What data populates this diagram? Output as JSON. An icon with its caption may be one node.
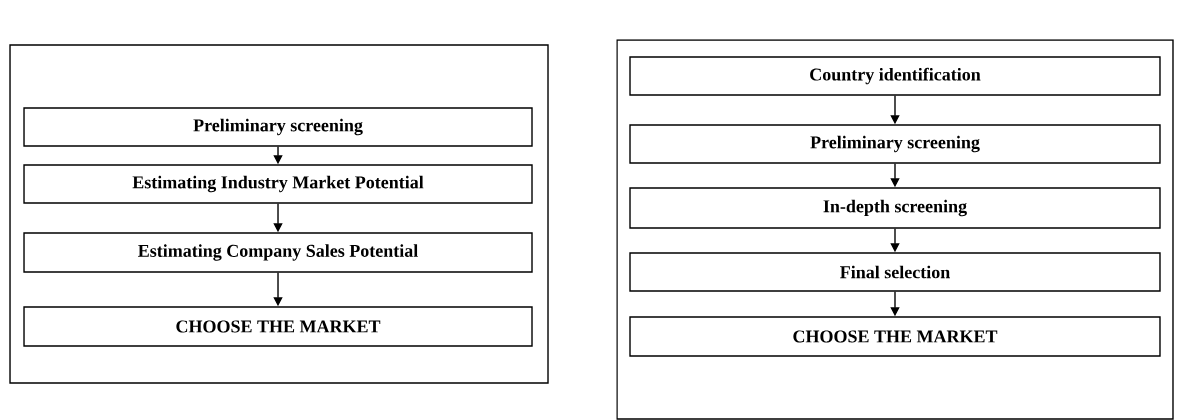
{
  "diagram": {
    "nodes": [
      {
        "text": [],
        "shape": "box"
      },
      {
        "text": [
          "Preliminary screening"
        ],
        "in": 0
      },
      {
        "text": [
          "Estimating Industry Market Potential"
        ],
        "in": 0
      },
      {
        "text": [
          "Estimating Company Sales Potential"
        ],
        "in": 0
      },
      {
        "text": [
          "CHOOSE THE MARKET"
        ],
        "in": 0
      },
      {
        "text": [],
        "shape": "box"
      },
      {
        "text": [
          "Country identification"
        ],
        "in": 5
      },
      {
        "text": [
          "Preliminary screening"
        ],
        "in": 5
      },
      {
        "text": [
          "In-depth screening"
        ],
        "in": 5
      },
      {
        "text": [
          "Final selection"
        ],
        "in": 5
      },
      {
        "text": [
          "CHOOSE THE MARKET"
        ],
        "in": 5
      }
    ],
    "edges": [
      {
        "from": 1,
        "to": 2,
        "arrow": "to"
      },
      {
        "from": 2,
        "to": 3,
        "arrow": "to"
      },
      {
        "from": 3,
        "to": 4,
        "arrow": "to"
      },
      {
        "from": 6,
        "to": 7,
        "arrow": "to"
      },
      {
        "from": 7,
        "to": 8,
        "arrow": "to"
      },
      {
        "from": 8,
        "to": 9,
        "arrow": "to"
      },
      {
        "from": 9,
        "to": 10,
        "arrow": "to"
      }
    ]
  }
}
